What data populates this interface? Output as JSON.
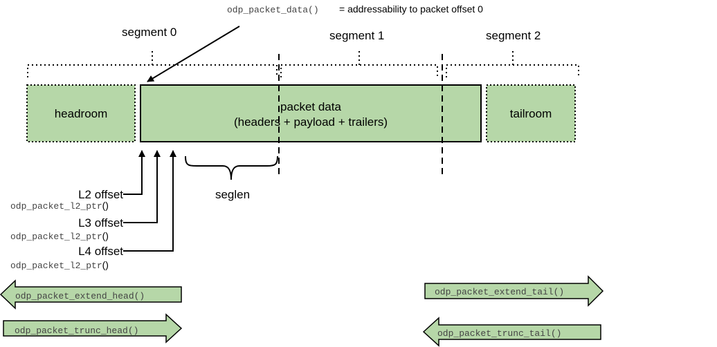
{
  "top_caption": {
    "function": "odp_packet_data()",
    "description": "= addressability to packet offset 0"
  },
  "segments": [
    "segment 0",
    "segment 1",
    "segment 2"
  ],
  "boxes": {
    "headroom": "headroom",
    "packet_data_line1": "packet data",
    "packet_data_line2": "(headers + payload + trailers)",
    "tailroom": "tailroom"
  },
  "seglen_label": "seglen",
  "offsets": [
    {
      "label": "L2 offset",
      "function": "odp_packet_l2_ptr",
      "suffix": "()"
    },
    {
      "label": "L3 offset",
      "function": "odp_packet_l2_ptr",
      "suffix": "()"
    },
    {
      "label": "L4 offset",
      "function": "odp_packet_l2_ptr",
      "suffix": "()"
    }
  ],
  "operations": {
    "extend_head": "odp_packet_extend_head()",
    "trunc_head": "odp_packet_trunc_head()",
    "extend_tail": "odp_packet_extend_tail()",
    "trunc_tail": "odp_packet_trunc_tail()"
  },
  "colors": {
    "fill": "#b6d7a8",
    "stroke": "#000000"
  }
}
